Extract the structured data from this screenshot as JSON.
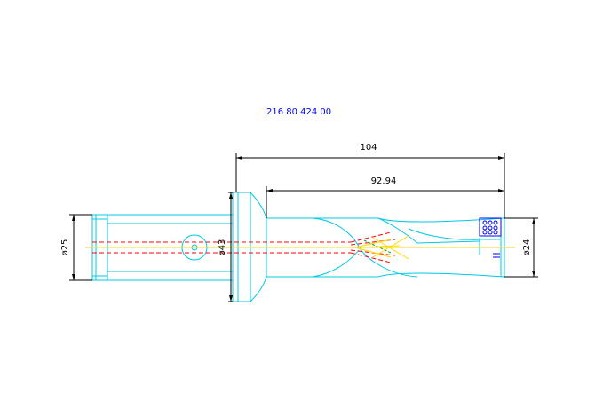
{
  "drawing": {
    "part_number": "216 80 424 00",
    "dimensions": {
      "overall_length": "104",
      "flute_length": "92.94",
      "shank_diameter": "ø25",
      "flange_diameter": "ø43",
      "drill_diameter": "ø24"
    }
  },
  "colors": {
    "outline": "#00c8e6",
    "dimension": "#000000",
    "coolant": "#ff0000",
    "centerline": "#ffd700",
    "label": "#0000ff"
  }
}
